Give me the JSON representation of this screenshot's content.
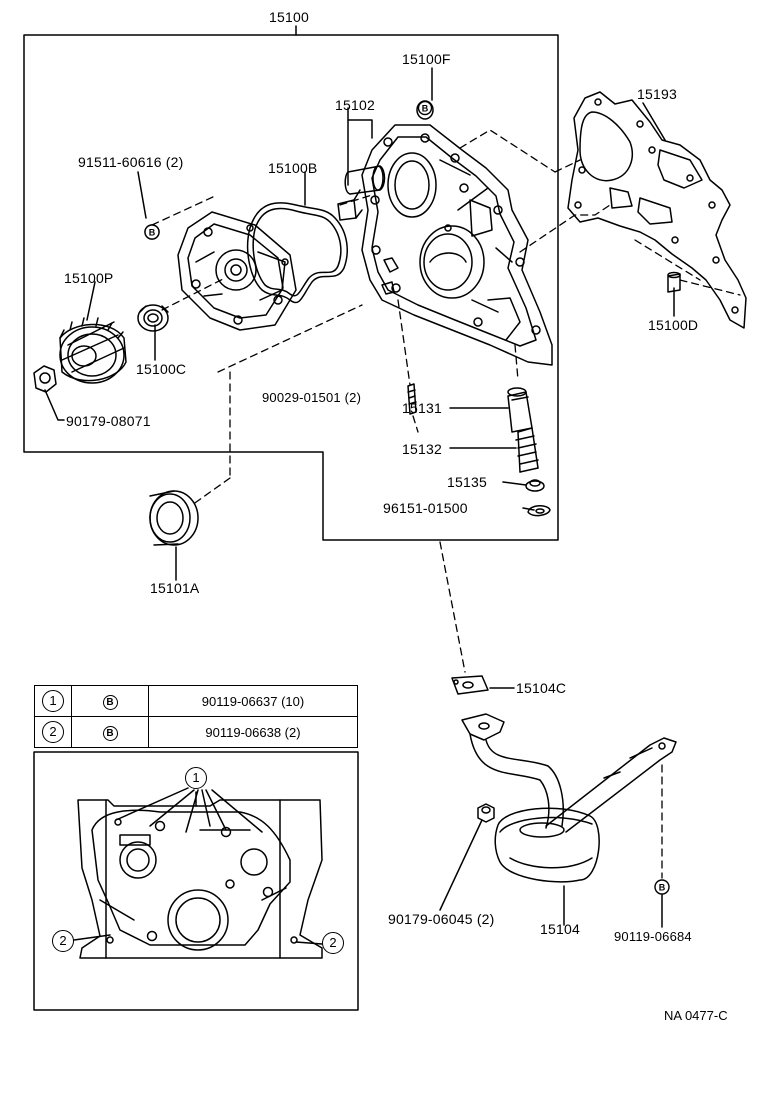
{
  "parts": {
    "assembly": "15100",
    "plug": "15100F",
    "gasket_cover": "15193",
    "pin": "15102",
    "bolt_1": "91511-60616 (2)",
    "oring": "15100B",
    "rotor": "15100P",
    "bearing": "15100C",
    "nut": "90179-08071",
    "stud": "90029-01501 (2)",
    "relief_valve": "15131",
    "spring": "15132",
    "retainer": "15135",
    "snap_ring": "96151-01500",
    "oil_seal": "15101A",
    "pin_d": "15100D",
    "strainer_gasket": "15104C",
    "strainer_nut": "90179-06045 (2)",
    "strainer": "15104",
    "strainer_bolt": "90119-06684"
  },
  "legend": {
    "rows": [
      {
        "num": "1",
        "sym": "B",
        "part": "90119-06637 (10)"
      },
      {
        "num": "2",
        "sym": "B",
        "part": "90119-06638 (2)"
      }
    ],
    "inset_callouts": {
      "c1": "1",
      "c2a": "2",
      "c2b": "2"
    }
  },
  "symbols": {
    "b_marker": "B"
  },
  "footer": {
    "ref": "NA 0477-C"
  }
}
